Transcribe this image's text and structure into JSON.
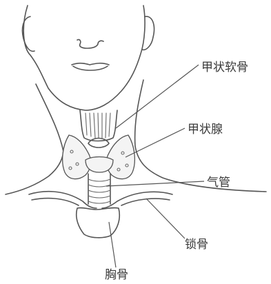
{
  "labels": {
    "thyroid_cartilage": "甲状软骨",
    "thyroid_gland": "甲状腺",
    "trachea": "气管",
    "clavicle": "锁骨",
    "sternum": "胸骨"
  }
}
